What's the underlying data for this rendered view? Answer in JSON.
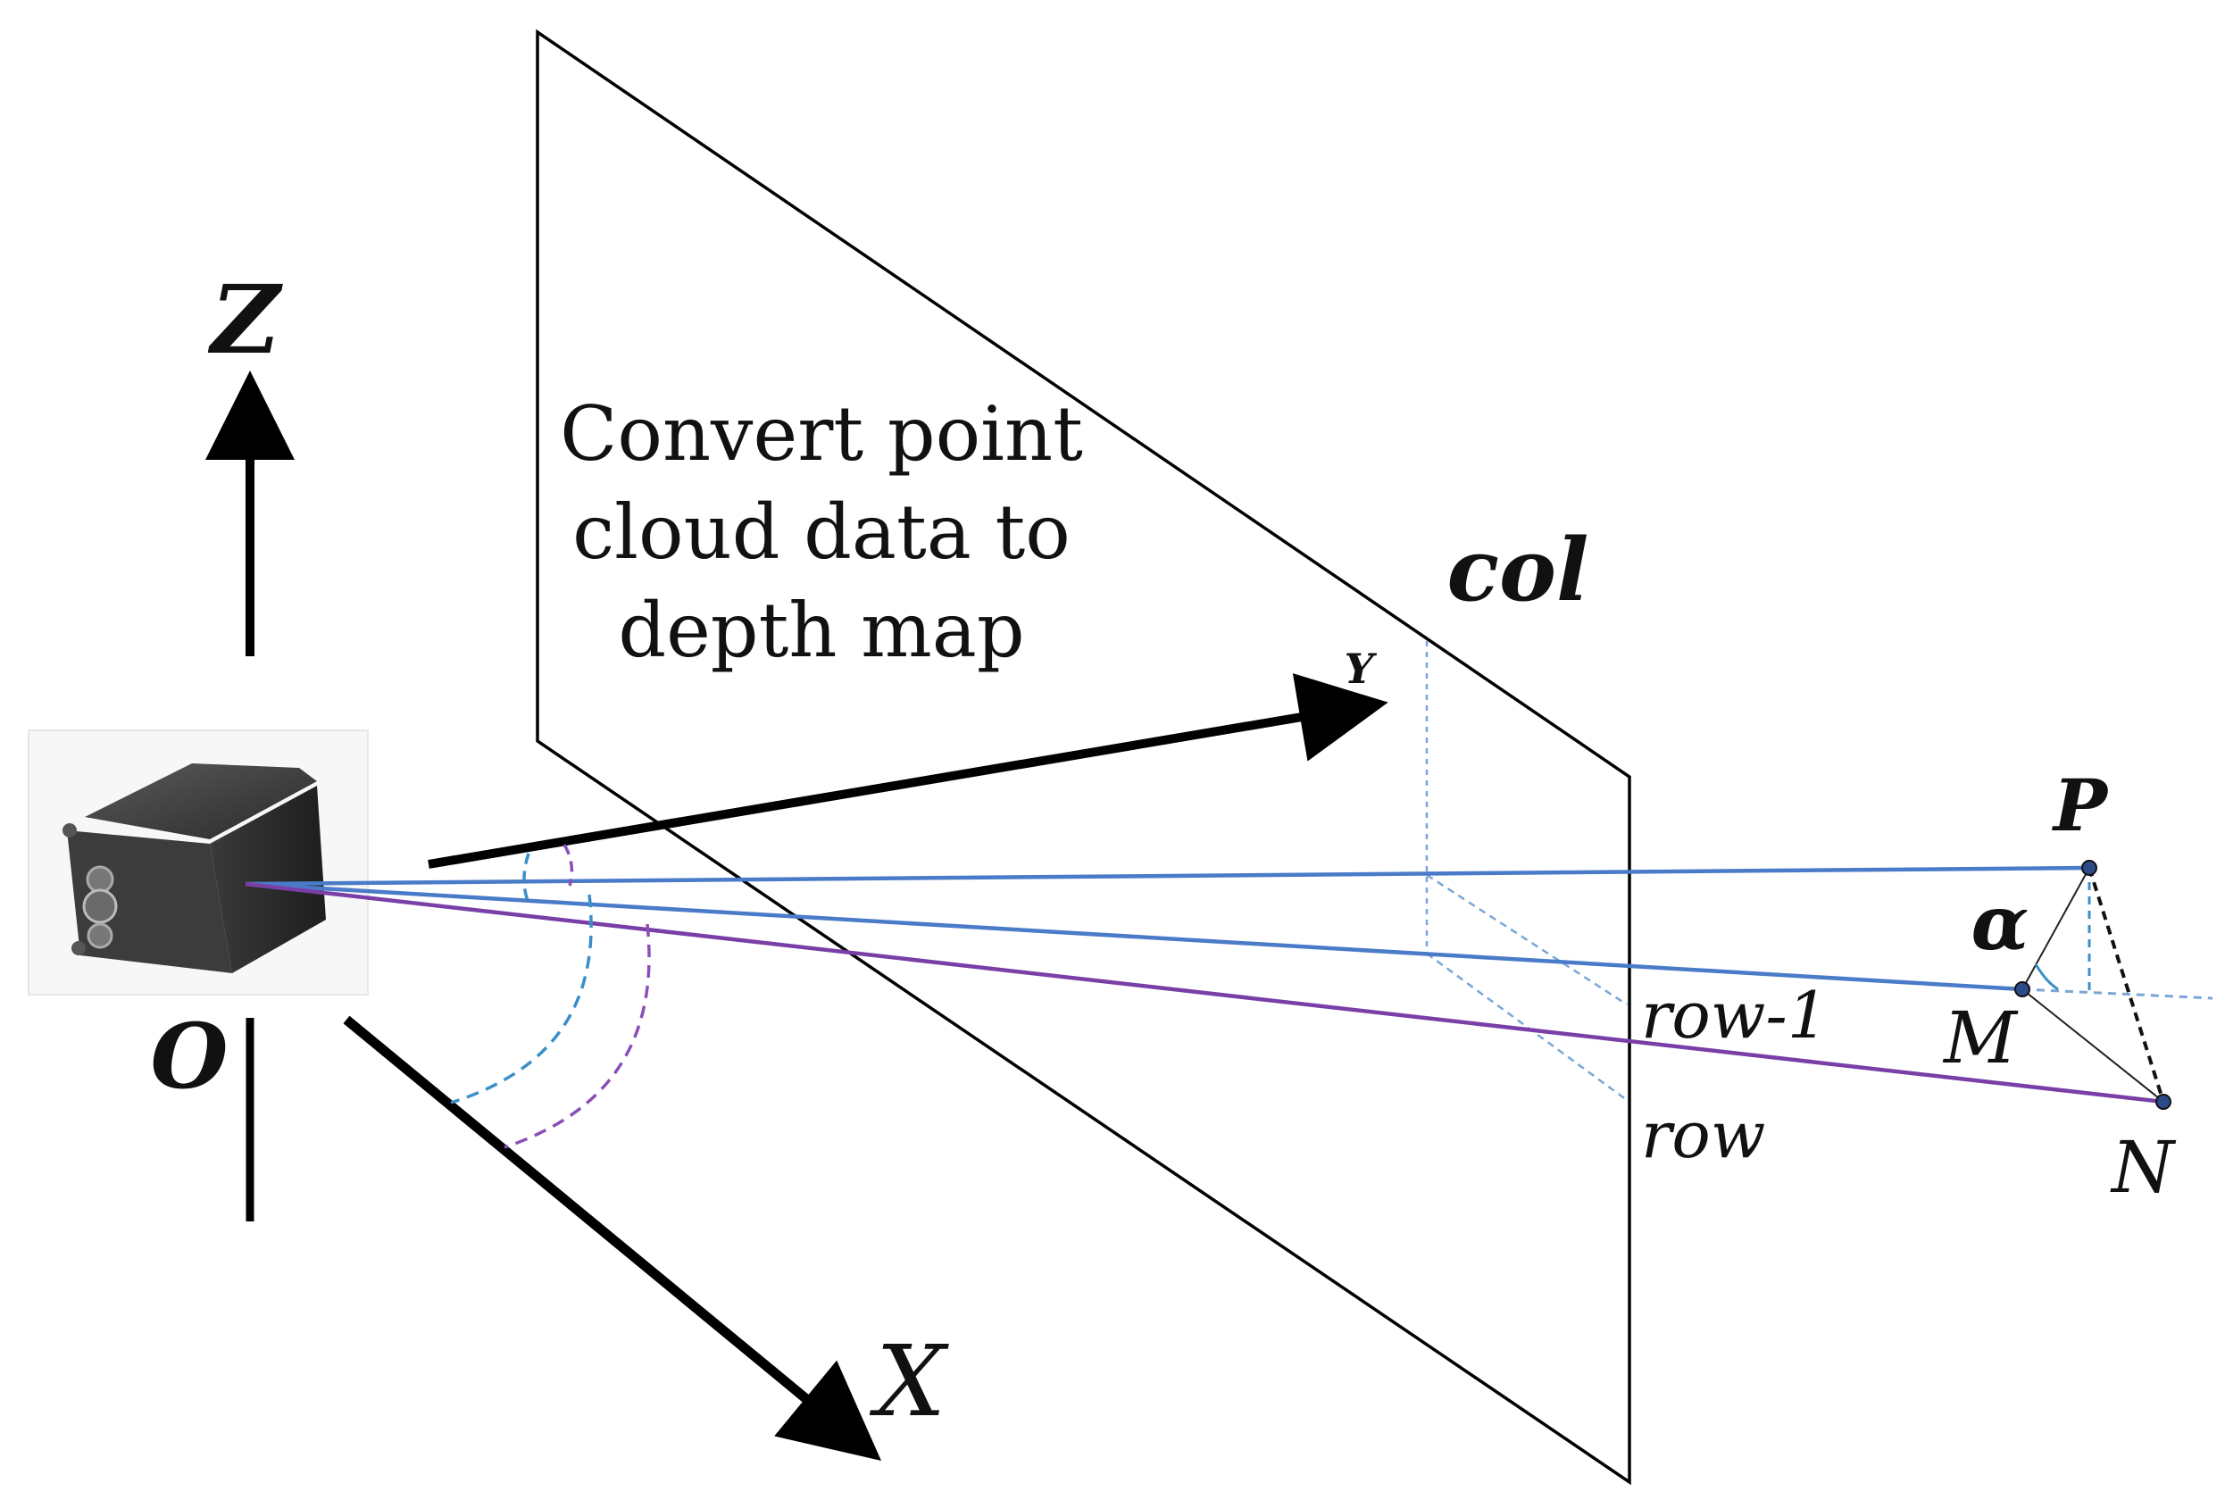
{
  "caption": {
    "lines": [
      "Convert point",
      "cloud data to",
      "depth map"
    ]
  },
  "axes": {
    "z_label": "Z",
    "x_label": "X",
    "y_label": "Y",
    "origin_label": "O"
  },
  "plane": {
    "col_label": "col",
    "row_minus_1_label": "row-1",
    "row_label": "row"
  },
  "points": {
    "p_label": "P",
    "m_label": "M",
    "n_label": "N",
    "angle_label": "α"
  },
  "colors": {
    "blue_ray": "#4a7bc8",
    "purple_ray": "#7a3fa6",
    "blue_dashed": "#3a8fc8",
    "purple_dashed": "#8a4fb8",
    "guide_dashed": "#7aa6d8",
    "angle_red": "#e01010",
    "axis_black": "#000000",
    "sensor_body": "#2e2e2e"
  },
  "icons": {
    "sensor": "lidar-sensor-icon"
  }
}
